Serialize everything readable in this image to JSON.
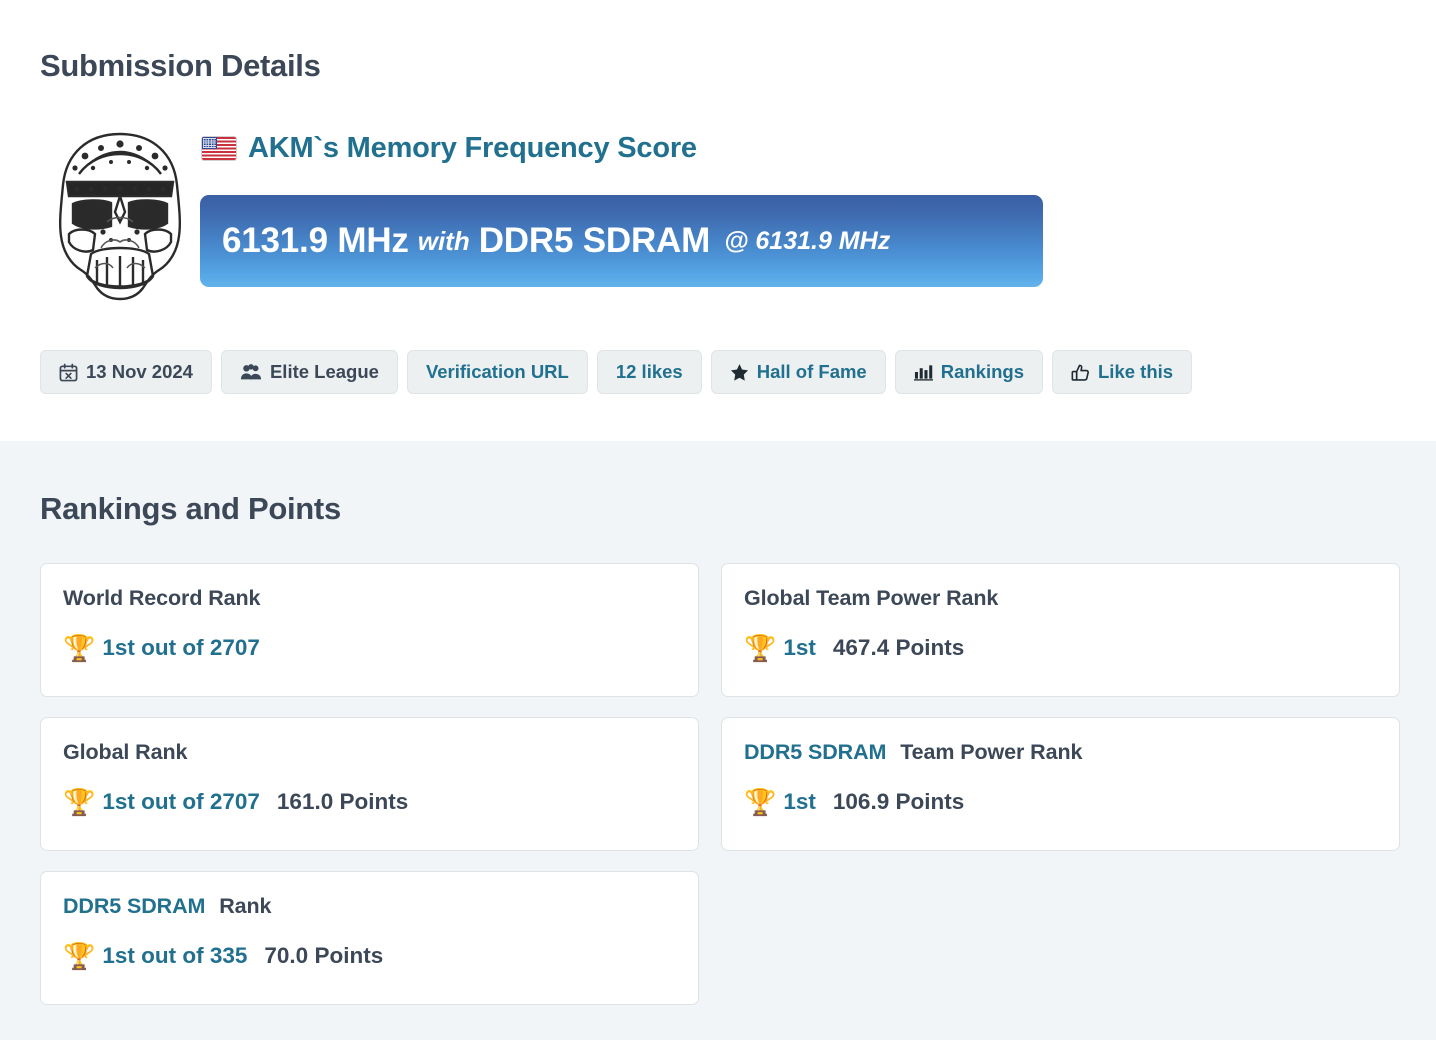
{
  "page": {
    "title": "Submission Details",
    "rankings_title": "Rankings and Points"
  },
  "submission": {
    "avatar_name": "stormtrooper-sugar-skull-avatar",
    "flag_icon": "us-flag-icon",
    "score_title": "AKM`s Memory Frequency Score",
    "banner": {
      "score": "6131.9 MHz",
      "with": "with",
      "hardware": "DDR5 SDRAM",
      "at": "@ 6131.9 MHz",
      "gradient_top": "#3a5fa4",
      "gradient_bottom": "#63b2ea"
    },
    "badges": [
      {
        "icon": "calendar-times-icon",
        "label": "13 Nov 2024",
        "style": "dark"
      },
      {
        "icon": "users-icon",
        "label": "Elite League",
        "style": "dark"
      },
      {
        "icon": "none",
        "label": "Verification URL",
        "style": "link"
      },
      {
        "icon": "none",
        "label": "12 likes",
        "style": "link"
      },
      {
        "icon": "star-icon",
        "label": "Hall of Fame",
        "style": "link"
      },
      {
        "icon": "bar-chart-icon",
        "label": "Rankings",
        "style": "link"
      },
      {
        "icon": "thumbs-up-icon",
        "label": "Like this",
        "style": "link"
      }
    ]
  },
  "rankings": {
    "trophy_icon": "🏆",
    "cards": [
      {
        "category": "",
        "title": "World Record Rank",
        "place": "1st out of 2707",
        "points": ""
      },
      {
        "category": "",
        "title": "Global Team Power Rank",
        "place": "1st",
        "points": "467.4 Points"
      },
      {
        "category": "",
        "title": "Global Rank",
        "place": "1st out of 2707",
        "points": "161.0 Points"
      },
      {
        "category": "DDR5 SDRAM",
        "title": "Team Power Rank",
        "place": "1st",
        "points": "106.9 Points"
      },
      {
        "category": "DDR5 SDRAM",
        "title": "Rank",
        "place": "1st out of 335",
        "points": "70.0 Points"
      }
    ]
  },
  "colors": {
    "accent_teal": "#21708f",
    "text_dark": "#3c4858",
    "badge_bg": "#ecf0f1",
    "section_bg": "#f2f5f7"
  }
}
